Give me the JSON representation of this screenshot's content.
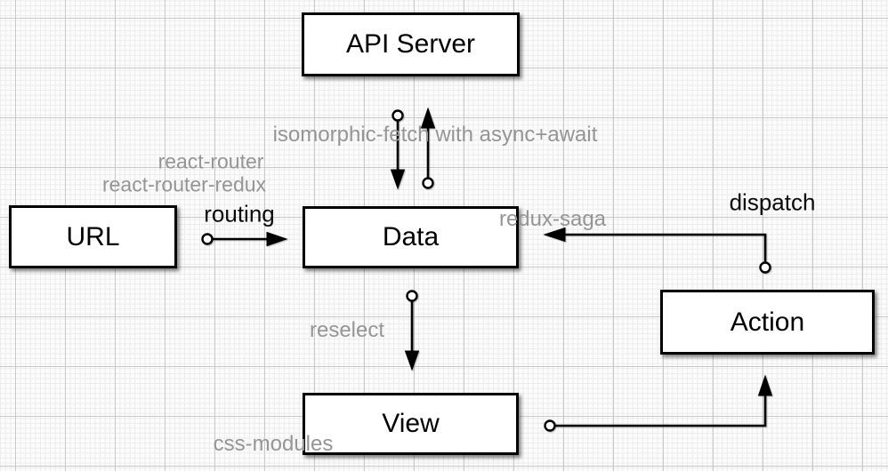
{
  "nodes": {
    "api_server": {
      "label": "API Server"
    },
    "url": {
      "label": "URL"
    },
    "data": {
      "label": "Data"
    },
    "action": {
      "label": "Action"
    },
    "view": {
      "label": "View"
    }
  },
  "labels": {
    "react_router": "react-router",
    "react_router_redux": "react-router-redux",
    "routing": "routing",
    "isomorphic_fetch": "isomorphic-fetch with async+await",
    "redux_saga": "redux-saga",
    "dispatch": "dispatch",
    "reselect": "reselect",
    "css_modules": "css-modules"
  },
  "edges": [
    {
      "from": "URL",
      "to": "Data",
      "label": "routing",
      "annotations": [
        "react-router",
        "react-router-redux"
      ],
      "direction": "right"
    },
    {
      "from": "API Server",
      "to": "Data",
      "label": "isomorphic-fetch with async+await",
      "direction": "down"
    },
    {
      "from": "Data",
      "to": "API Server",
      "label": "isomorphic-fetch with async+await",
      "direction": "up"
    },
    {
      "from": "Action",
      "to": "Data",
      "label": "redux-saga",
      "annotations": [
        "dispatch"
      ],
      "direction": "up-then-left"
    },
    {
      "from": "Data",
      "to": "View",
      "label": "reselect",
      "direction": "down"
    },
    {
      "from": "View",
      "to": "Action",
      "label": "",
      "direction": "right-then-up"
    },
    {
      "node": "View",
      "annotation": "css-modules"
    }
  ],
  "colors": {
    "background": "#fcfcfc",
    "grid_minor": "#ebebeb",
    "grid_major": "#c9c9c9",
    "box_background": "#ffffff",
    "box_border": "#000000",
    "line": "#000000",
    "label_gray": "#959595",
    "label_black": "#0a0a0a"
  }
}
